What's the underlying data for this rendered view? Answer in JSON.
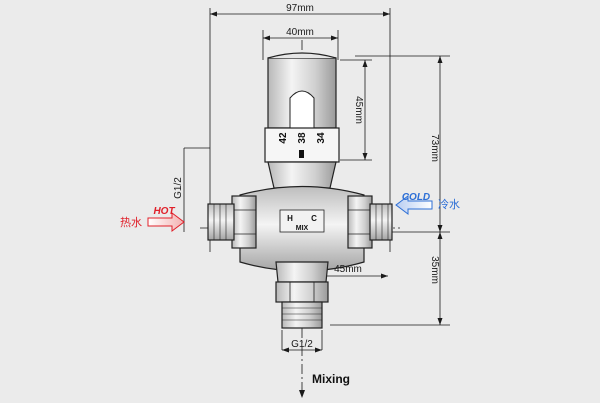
{
  "dimensions": {
    "overall_width": "97mm",
    "handle_width": "40mm",
    "handle_height": "45mm",
    "total_height": "73mm",
    "lower_height": "35mm",
    "side_offset": "45mm"
  },
  "threads": {
    "inlet": "G1/2",
    "outlet": "G1/2"
  },
  "temperature_scale": [
    "42",
    "38",
    "34"
  ],
  "body_marks": {
    "hot": "H",
    "cold": "C",
    "mix": "MIX"
  },
  "inlets": {
    "hot_label": "HOT",
    "hot_cn": "热水",
    "cold_label": "COLD",
    "cold_cn": "冷水"
  },
  "outlet": {
    "label": "Mixing"
  },
  "colors": {
    "hot": "#e0202a",
    "cold": "#2d6fd6",
    "line": "#1a1a1a"
  }
}
